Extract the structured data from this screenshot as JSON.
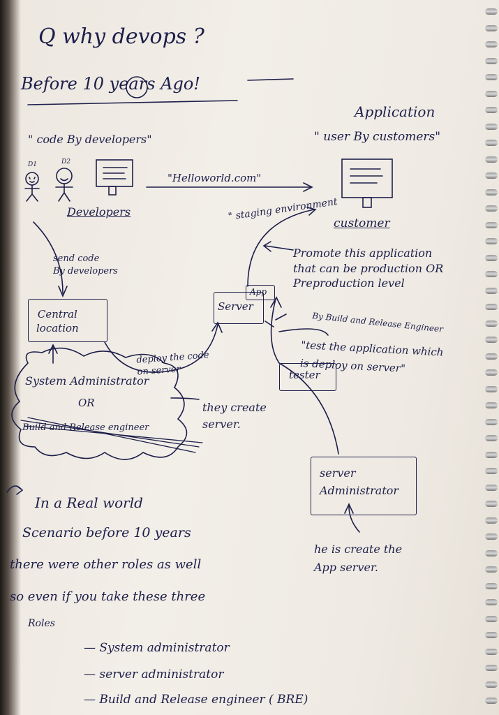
{
  "heading": "Q why devops ?",
  "subheading": "Before 10 years Ago!",
  "subheading_number": "10",
  "application": {
    "title": "Application",
    "quote": "\" user By customers\"",
    "label": "customer"
  },
  "developers": {
    "quote": "\" code By developers\"",
    "d1": "D1",
    "d2": "D2",
    "label": "Developers"
  },
  "arrow_url": "\"Helloworld.com\"",
  "staging": "\" staging environment",
  "send_code": "send code\nBy developers",
  "central_location": "Central\nlocation",
  "server": {
    "label": "Server",
    "app": "App"
  },
  "promote": "Promote this application\nthat can be production OR\nPreproduction level",
  "build_release_note": "By Build and Release Engineer",
  "deploy_code": "deploy the code\non server",
  "tester": {
    "label": "tester",
    "note": "\"test the application which\nis deploy on server\""
  },
  "sysadmin_cloud": {
    "line1": "System Administrator",
    "or": "OR",
    "struck": "Build and Release engineer"
  },
  "they_create": "they create\nserver.",
  "server_admin": {
    "label": "server\nAdministrator",
    "note": "he is create the\nApp server."
  },
  "real_world": [
    "In a Real world",
    "Scenario before 10 years",
    "there were other roles as well",
    "so even if you take these three",
    "Roles"
  ],
  "roles": [
    "— System administrator",
    "— server administrator",
    "— Build and Release engineer ( BRE)"
  ]
}
